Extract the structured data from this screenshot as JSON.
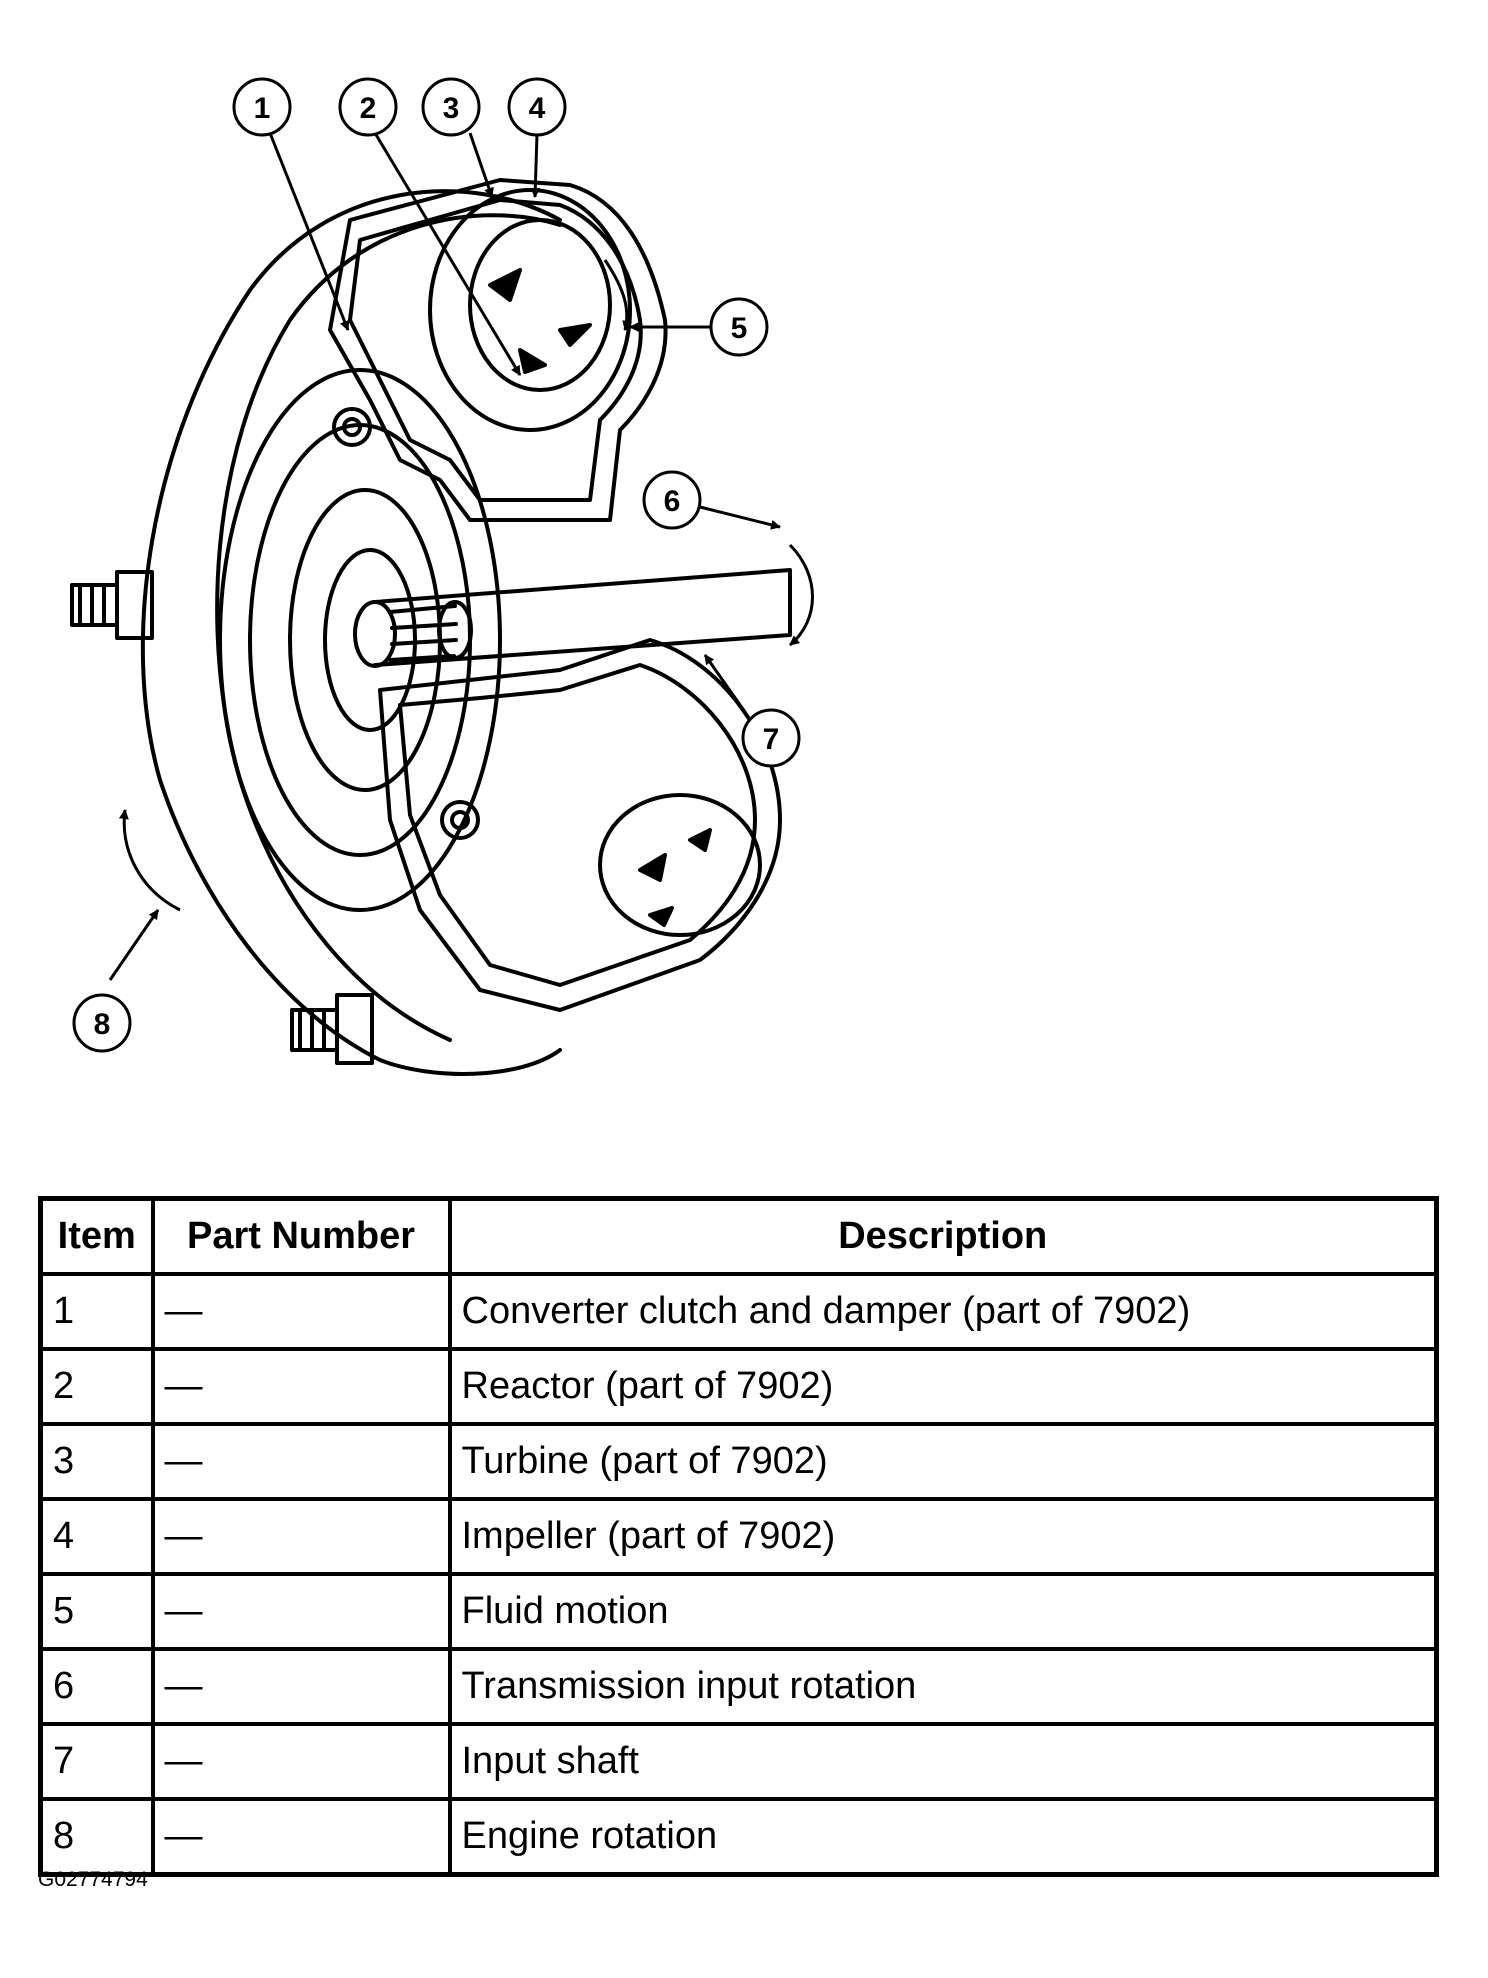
{
  "callouts": [
    {
      "id": "1",
      "label": "1"
    },
    {
      "id": "2",
      "label": "2"
    },
    {
      "id": "3",
      "label": "3"
    },
    {
      "id": "4",
      "label": "4"
    },
    {
      "id": "5",
      "label": "5"
    },
    {
      "id": "6",
      "label": "6"
    },
    {
      "id": "7",
      "label": "7"
    },
    {
      "id": "8",
      "label": "8"
    }
  ],
  "table": {
    "headers": {
      "item": "Item",
      "part_number": "Part Number",
      "description": "Description"
    },
    "rows": [
      {
        "item": "1",
        "part_number": "—",
        "description": "Converter clutch and damper (part of 7902)"
      },
      {
        "item": "2",
        "part_number": "—",
        "description": "Reactor (part of 7902)"
      },
      {
        "item": "3",
        "part_number": "—",
        "description": "Turbine (part of 7902)"
      },
      {
        "item": "4",
        "part_number": "—",
        "description": "Impeller (part of 7902)"
      },
      {
        "item": "5",
        "part_number": "—",
        "description": "Fluid motion"
      },
      {
        "item": "6",
        "part_number": "—",
        "description": "Transmission input rotation"
      },
      {
        "item": "7",
        "part_number": "—",
        "description": "Input shaft"
      },
      {
        "item": "8",
        "part_number": "—",
        "description": "Engine rotation"
      }
    ]
  },
  "figure_code": "G02774794"
}
